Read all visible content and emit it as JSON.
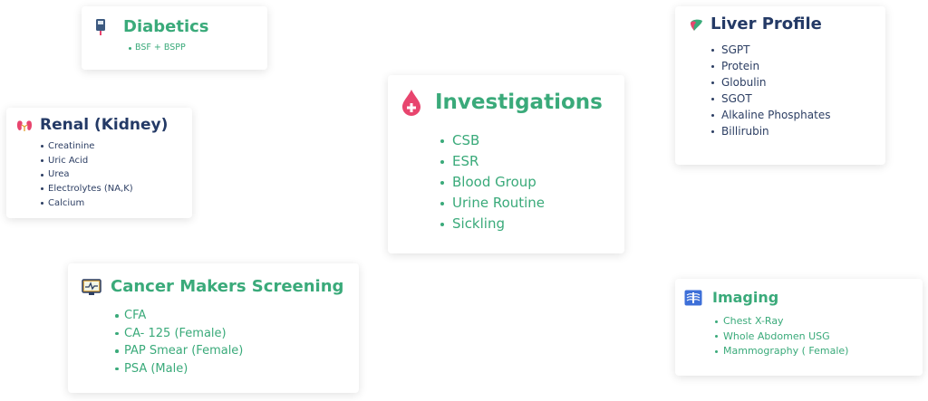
{
  "diabetics": {
    "title": "Diabetics",
    "items": [
      "BSF + BSPP"
    ]
  },
  "liver": {
    "title": "Liver Profile",
    "items": [
      "SGPT",
      "Protein",
      "Globulin",
      "SGOT",
      "Alkaline Phosphates",
      "Billirubin"
    ]
  },
  "renal": {
    "title": "Renal (Kidney)",
    "items": [
      "Creatinine",
      "Uric Acid",
      "Urea",
      "Electrolytes (NA,K)",
      "Calcium"
    ]
  },
  "investigations": {
    "title": "Investigations",
    "items": [
      "CSB",
      "ESR",
      "Blood Group",
      "Urine Routine",
      "Sickling"
    ]
  },
  "cancer": {
    "title": "Cancer Makers Screening",
    "items": [
      "CFA",
      "CA- 125 (Female)",
      "PAP Smear (Female)",
      "PSA (Male)"
    ]
  },
  "imaging": {
    "title": "Imaging",
    "items": [
      "Chest X-Ray",
      "Whole Abdomen USG",
      "Mammography ( Female)"
    ]
  },
  "colors": {
    "green": "#3aaa7a",
    "navy": "#243a66",
    "pink": "#e8456e"
  },
  "icons": {
    "diabetics": "glucose-meter-icon",
    "liver": "liver-icon",
    "renal": "kidney-icon",
    "investigations": "blood-drop-plus-icon",
    "cancer": "monitor-icon",
    "imaging": "xray-icon"
  }
}
